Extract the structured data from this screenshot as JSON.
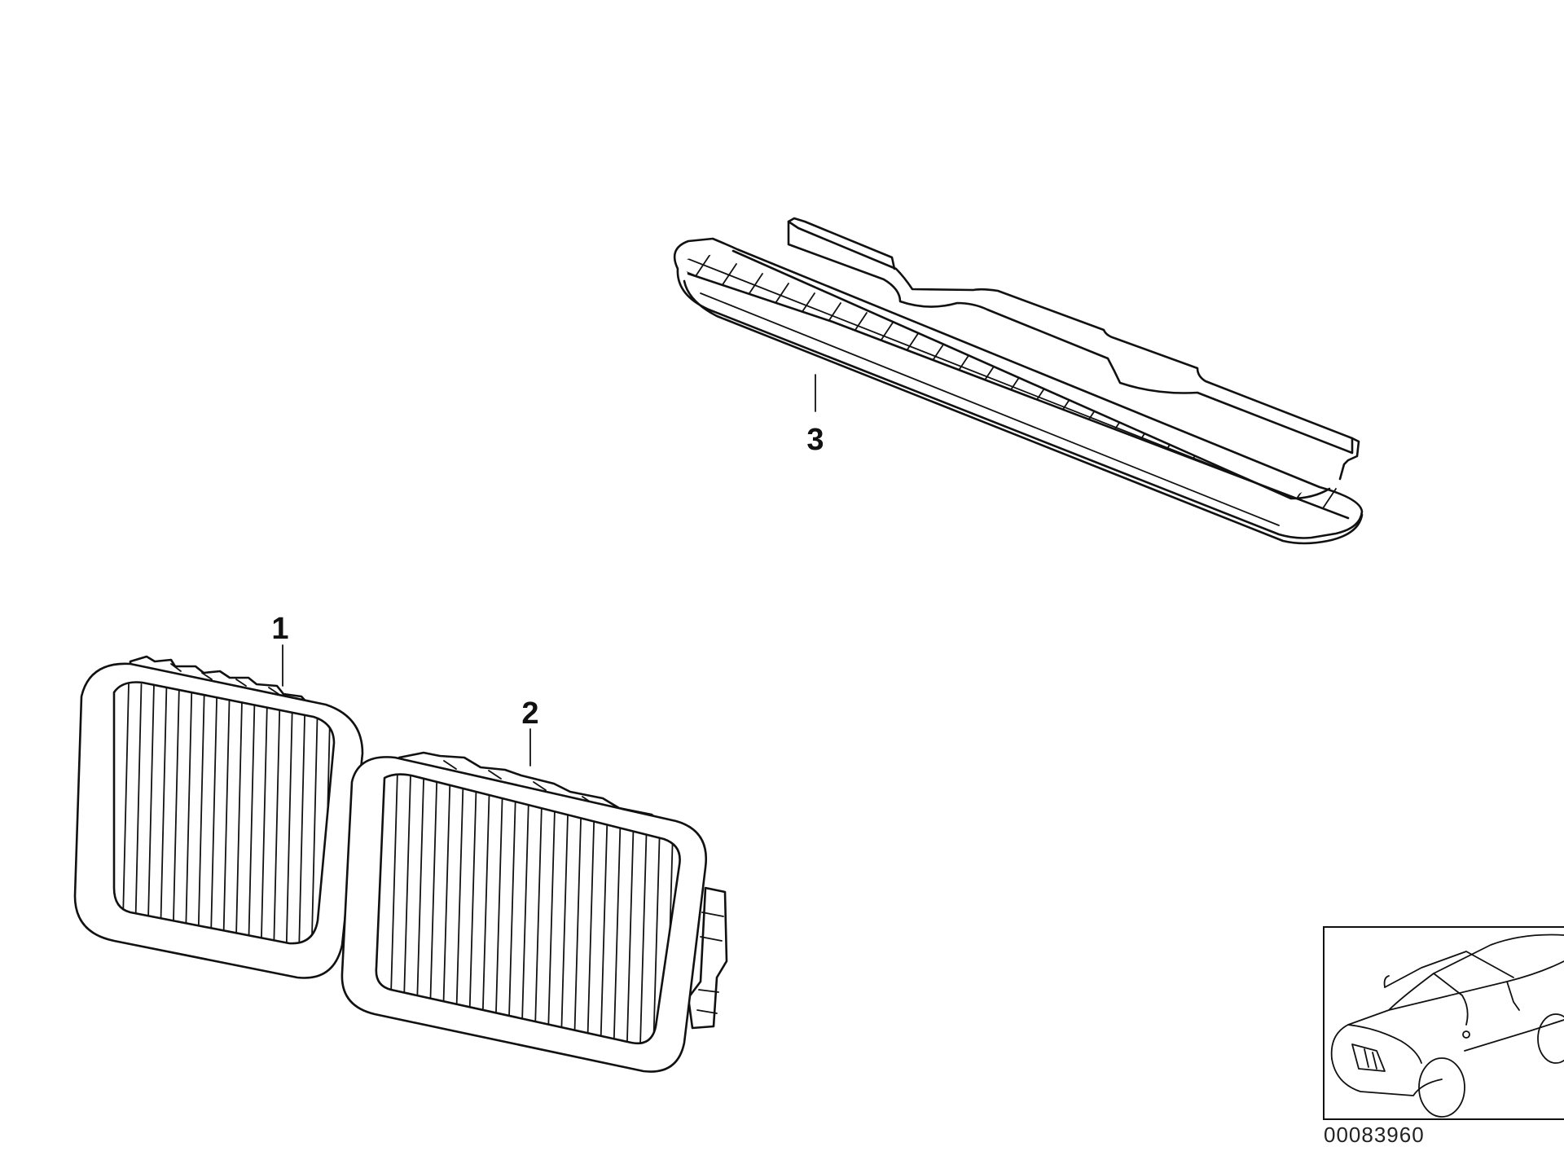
{
  "diagram": {
    "callouts": [
      {
        "id": "1",
        "label": "1"
      },
      {
        "id": "2",
        "label": "2"
      },
      {
        "id": "3",
        "label": "3"
      }
    ],
    "catalog_number": "00083960",
    "colors": {
      "line": "#111111",
      "background": "#ffffff"
    }
  }
}
